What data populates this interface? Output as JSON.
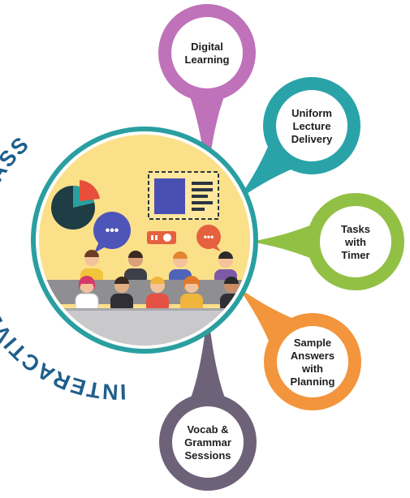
{
  "title": "INTERACTIVE SMART CLASS",
  "colors": {
    "title": "#1f5f8b",
    "hub_ring": "#2a9fa0",
    "scene_bg": "#fbe08a"
  },
  "scene": {
    "chat_bubble_left_text": "•••",
    "chat_bubble_right_text": "•••"
  },
  "features": [
    {
      "lines": [
        "Digital",
        "Learning"
      ],
      "color": "#bf72ba"
    },
    {
      "lines": [
        "Uniform",
        "Lecture",
        "Delivery"
      ],
      "color": "#2aa3a8"
    },
    {
      "lines": [
        "Tasks",
        "with",
        "Timer"
      ],
      "color": "#92c045"
    },
    {
      "lines": [
        "Sample",
        "Answers",
        "with",
        "Planning"
      ],
      "color": "#f2953c"
    },
    {
      "lines": [
        "Vocab &",
        "Grammar",
        "Sessions"
      ],
      "color": "#6e6279"
    }
  ]
}
